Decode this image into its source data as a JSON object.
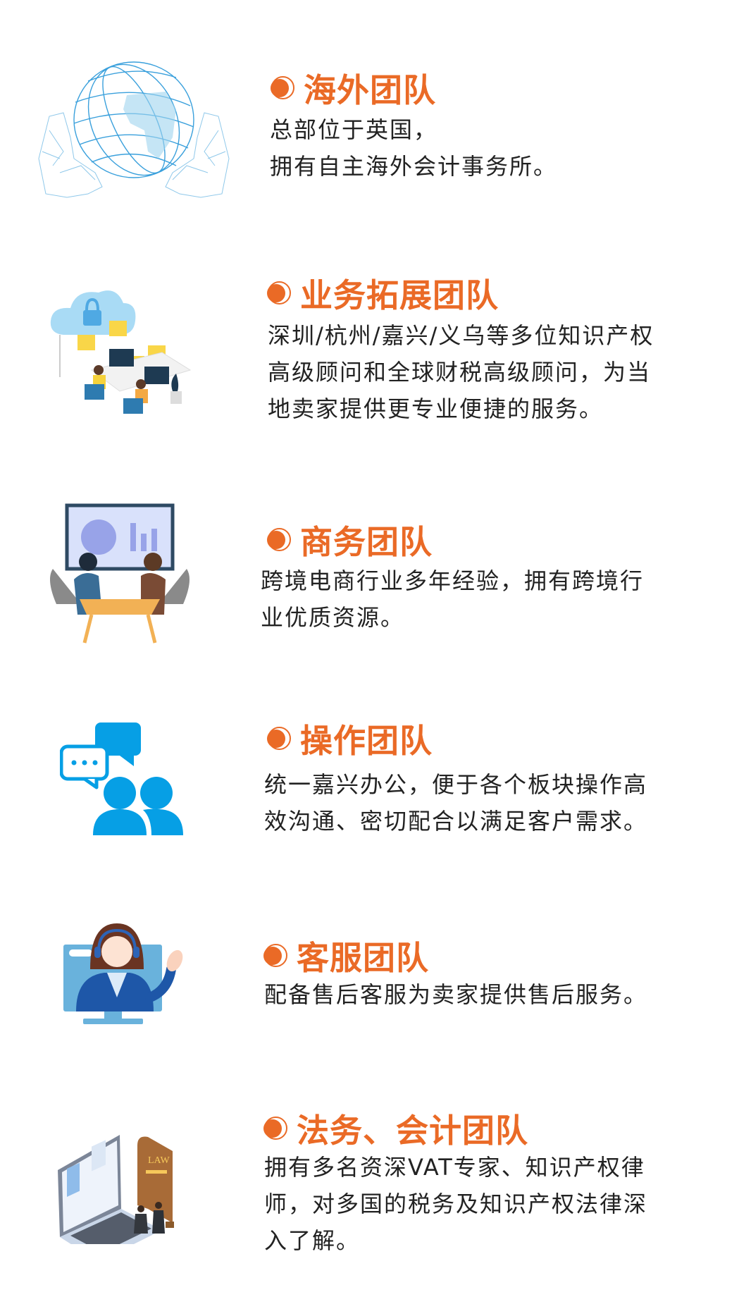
{
  "colors": {
    "accent": "#ea6a26",
    "icon_blue": "#069fe5",
    "text": "#222222"
  },
  "sections": [
    {
      "icon": "globe-hands-icon",
      "title": "海外团队",
      "lines": [
        "总部位于英国，",
        "拥有自主海外会计事务所。"
      ]
    },
    {
      "icon": "office-team-cloud-icon",
      "title": "业务拓展团队",
      "lines": [
        "深圳/杭州/嘉兴/义乌等多位知识产权",
        "高级顾问和全球财税高级顾问，为当",
        "地卖家提供更专业便捷的服务。"
      ]
    },
    {
      "icon": "business-handshake-icon",
      "title": "商务团队",
      "lines": [
        "跨境电商行业多年经验，拥有跨境行",
        "业优质资源。"
      ]
    },
    {
      "icon": "team-chat-icon",
      "title": "操作团队",
      "lines": [
        "统一嘉兴办公，便于各个板块操作高",
        "效沟通、密切配合以满足客户需求。"
      ]
    },
    {
      "icon": "customer-service-icon",
      "title": "客服团队",
      "lines": [
        "配备售后客服为卖家提供售后服务。"
      ]
    },
    {
      "icon": "law-laptop-icon",
      "title": "法务、会计团队",
      "lines": [
        "拥有多名资深VAT专家、知识产权律",
        "师，对多国的税务及知识产权法律深",
        "入了解。"
      ]
    }
  ]
}
